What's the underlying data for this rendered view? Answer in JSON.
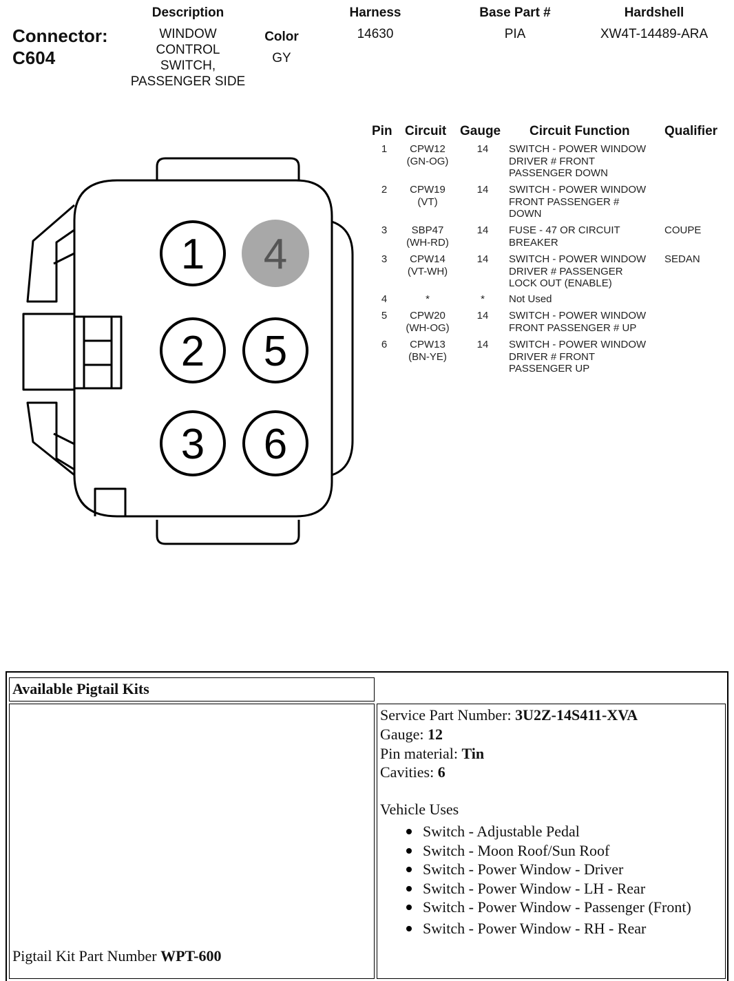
{
  "connector": {
    "label": "Connector:",
    "id": "C604"
  },
  "header": {
    "description_label": "Description",
    "description_lines": [
      "WINDOW",
      "CONTROL",
      "SWITCH,",
      "PASSENGER SIDE"
    ],
    "color_label": "Color",
    "color_value": "GY",
    "harness_label": "Harness",
    "harness_value": "14630",
    "base_part_label": "Base Part #",
    "base_part_value": "PIA",
    "hardshell_label": "Hardshell",
    "hardshell_value": "XW4T-14489-ARA"
  },
  "cavities": {
    "c1": "1",
    "c2": "2",
    "c3": "3",
    "c4": "4",
    "c5": "5",
    "c6": "6",
    "highlight_color": "#a8a8a8"
  },
  "pin_table": {
    "headers": {
      "pin": "Pin",
      "circuit": "Circuit",
      "gauge": "Gauge",
      "function": "Circuit Function",
      "qualifier": "Qualifier"
    },
    "rows": [
      {
        "pin": "1",
        "circuit": [
          "CPW12",
          "(GN-OG)"
        ],
        "gauge": "14",
        "function": [
          "SWITCH - POWER WINDOW",
          "DRIVER # FRONT",
          "PASSENGER DOWN"
        ],
        "qualifier": ""
      },
      {
        "pin": "2",
        "circuit": [
          "CPW19",
          "(VT)"
        ],
        "gauge": "14",
        "function": [
          "SWITCH - POWER WINDOW",
          "FRONT PASSENGER #",
          "DOWN"
        ],
        "qualifier": ""
      },
      {
        "pin": "3",
        "circuit": [
          "SBP47",
          "(WH-RD)"
        ],
        "gauge": "14",
        "function": [
          "FUSE - 47 OR CIRCUIT",
          "BREAKER"
        ],
        "qualifier": "COUPE"
      },
      {
        "pin": "3",
        "circuit": [
          "CPW14",
          "(VT-WH)"
        ],
        "gauge": "14",
        "function": [
          "SWITCH - POWER WINDOW",
          "DRIVER # PASSENGER",
          "LOCK OUT (ENABLE)"
        ],
        "qualifier": "SEDAN"
      },
      {
        "pin": "4",
        "circuit": [
          "*"
        ],
        "gauge": "*",
        "function": [
          "Not Used"
        ],
        "qualifier": ""
      },
      {
        "pin": "5",
        "circuit": [
          "CPW20",
          "(WH-OG)"
        ],
        "gauge": "14",
        "function": [
          "SWITCH - POWER WINDOW",
          "FRONT PASSENGER # UP"
        ],
        "qualifier": ""
      },
      {
        "pin": "6",
        "circuit": [
          "CPW13",
          "(BN-YE)"
        ],
        "gauge": "14",
        "function": [
          "SWITCH - POWER WINDOW",
          "DRIVER # FRONT",
          "PASSENGER UP"
        ],
        "qualifier": ""
      }
    ]
  },
  "pigtail": {
    "title": "Available Pigtail Kits",
    "part_label": "Pigtail Kit Part Number ",
    "part_value": "WPT-600",
    "service_label": "Service Part Number: ",
    "service_value": "3U2Z-14S411-XVA",
    "gauge_label": "Gauge: ",
    "gauge_value": "12",
    "pin_material_label": "Pin material: ",
    "pin_material_value": "Tin",
    "cavities_label": "Cavities: ",
    "cavities_value": "6",
    "uses_title": "Vehicle Uses",
    "uses": [
      "Switch - Adjustable Pedal",
      "Switch - Moon Roof/Sun Roof",
      "Switch - Power Window - Driver",
      "Switch - Power Window - LH - Rear",
      "Switch - Power Window - Passenger (Front)",
      "Switch - Power Window - RH - Rear"
    ]
  }
}
